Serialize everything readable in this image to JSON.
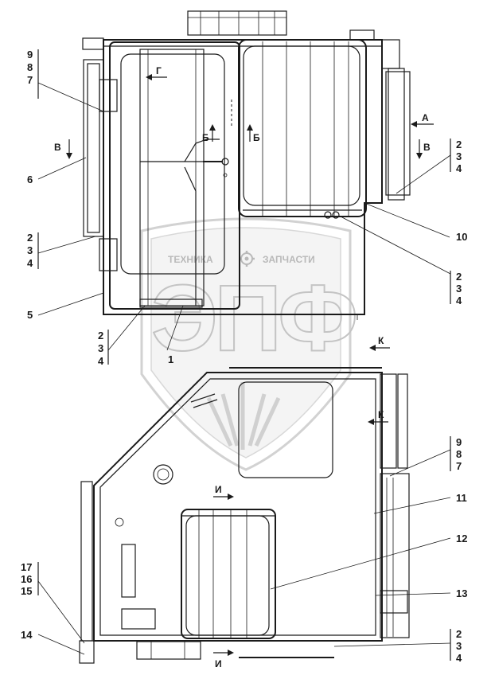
{
  "watermark": {
    "left_text": "ТЕХНИКА",
    "right_text": "ЗАПЧАСТИ",
    "logo_letters": "ЭПФ",
    "gear_icon": "gear-icon"
  },
  "callouts": {
    "c_9_8_7_top": [
      "9",
      "8",
      "7"
    ],
    "c_6": "6",
    "c_2_3_4_left": [
      "2",
      "3",
      "4"
    ],
    "c_5": "5",
    "c_2_3_4_bottom_left": [
      "2",
      "3",
      "4"
    ],
    "c_1": "1",
    "c_2_3_4_right_top": [
      "2",
      "3",
      "4"
    ],
    "c_10": "10",
    "c_2_3_4_right_mid": [
      "2",
      "3",
      "4"
    ],
    "c_9_8_7_lower": [
      "9",
      "8",
      "7"
    ],
    "c_11": "11",
    "c_12": "12",
    "c_13": "13",
    "c_17_16_15": [
      "17",
      "16",
      "15"
    ],
    "c_14": "14",
    "c_2_3_4_right_bottom": [
      "2",
      "3",
      "4"
    ]
  },
  "view_markers": {
    "g": "Г",
    "b_left": "Б",
    "b_right": "Б",
    "v_left": "В",
    "v_right": "В",
    "a": "А",
    "k_top": "К",
    "k_lower": "К",
    "i_top": "И",
    "i_bottom": "И"
  }
}
